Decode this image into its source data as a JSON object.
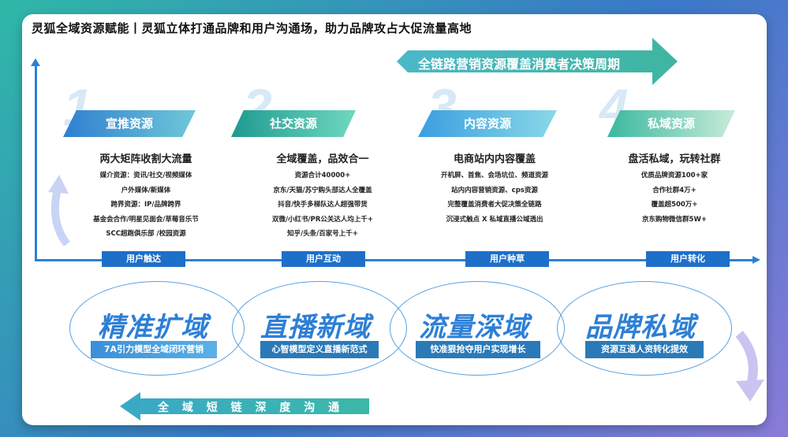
{
  "title": "灵狐全域资源赋能丨灵狐立体打通品牌和用户沟通场，助力品牌攻占大促流量高地",
  "top_arrow": "全链路营销资源覆盖消费者决策周期",
  "bottom_arrow": "全 域 短 链 深 度 沟 通",
  "columns": [
    {
      "number": "1",
      "label": "宣推资源",
      "heading": "两大矩阵收割大流量",
      "items": [
        "媒介资源：资讯/社交/视频媒体",
        "户外媒体/新媒体",
        "跨界资源：IP/品牌跨界",
        "基金会合作/明星见面会/草莓音乐节",
        "SCC超跑俱乐部 /校园资源"
      ],
      "stage": "用户触达"
    },
    {
      "number": "2",
      "label": "社交资源",
      "heading": "全域覆盖，品效合一",
      "items": [
        "资源合计40000+",
        "京东/天猫/苏宁购头部达人全覆盖",
        "抖音/快手多梯队达人超强带货",
        "双微/小红书/PR公关达人均上千+",
        "知乎/头条/百家号上千+"
      ],
      "stage": "用户互动"
    },
    {
      "number": "3",
      "label": "内容资源",
      "heading": "电商站内内容覆盖",
      "items": [
        "开机屏、首焦、会场坑位、频道资源",
        "站内内容营销资源、cps资源",
        "完整覆盖消费者大促决策全链路",
        "沉浸式触点 X 私域直播公域透出"
      ],
      "stage": "用户种草"
    },
    {
      "number": "4",
      "label": "私域资源",
      "heading": "盘活私域，玩转社群",
      "items": [
        "优质品牌资源100+家",
        "合作社群4万+",
        "覆盖超500万+",
        "京东购物微信群5W+"
      ],
      "stage": "用户转化"
    }
  ],
  "domains": [
    {
      "name": "精准扩域",
      "tag": "7A引力模型全域闭环营销"
    },
    {
      "name": "直播新域",
      "tag": "心智模型定义直播新范式"
    },
    {
      "name": "流量深域",
      "tag": "快准狠抢夺用户实现增长"
    },
    {
      "name": "品牌私域",
      "tag": "资源互通人资转化提效"
    }
  ],
  "colors": {
    "accent_blue": "#2d7fd6",
    "teal": "#3bb8b0",
    "banner_start": "#2f7fd0",
    "banner_end": "#6fd0c8"
  }
}
